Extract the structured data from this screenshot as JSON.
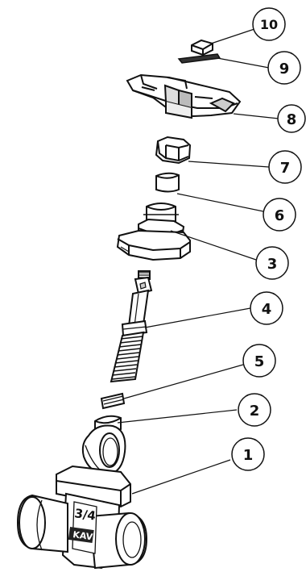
{
  "callouts": [
    {
      "id": "callout-10",
      "number": "10"
    },
    {
      "id": "callout-9",
      "number": "9"
    },
    {
      "id": "callout-8",
      "number": "8"
    },
    {
      "id": "callout-7",
      "number": "7"
    },
    {
      "id": "callout-6",
      "number": "6"
    },
    {
      "id": "callout-3",
      "number": "3"
    },
    {
      "id": "callout-4",
      "number": "4"
    },
    {
      "id": "callout-5",
      "number": "5"
    },
    {
      "id": "callout-2",
      "number": "2"
    },
    {
      "id": "callout-1",
      "number": "1"
    }
  ],
  "valve_marking": {
    "size_label": "3/4",
    "brand_label": "KAV"
  },
  "colors": {
    "line": "#111111",
    "fill": "#ffffff",
    "shade": "#cfcfcf",
    "dark": "#2a2a2a"
  }
}
